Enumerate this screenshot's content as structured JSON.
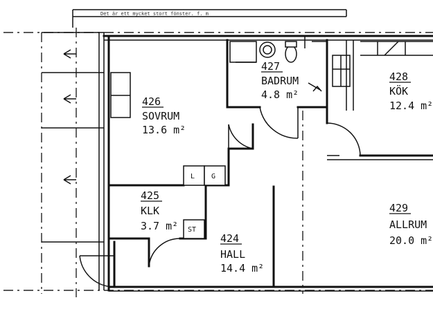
{
  "header_strip_text": "Det är ett mycket stort fönster. f. m",
  "rooms": [
    {
      "number": "426",
      "name": "SOVRUM",
      "area": "13.6 m²"
    },
    {
      "number": "427",
      "name": "BADRUM",
      "area": "4.8 m²"
    },
    {
      "number": "428",
      "name": "KÖK",
      "area": "12.4 m²"
    },
    {
      "number": "425",
      "name": "KLK",
      "area": "3.7 m²"
    },
    {
      "number": "424",
      "name": "HALL",
      "area": "14.4 m²"
    },
    {
      "number": "429",
      "name": "ALLRUM",
      "area": "20.0 m²"
    }
  ],
  "fixtures": {
    "linen": "L",
    "g": "G",
    "storage": "ST"
  }
}
